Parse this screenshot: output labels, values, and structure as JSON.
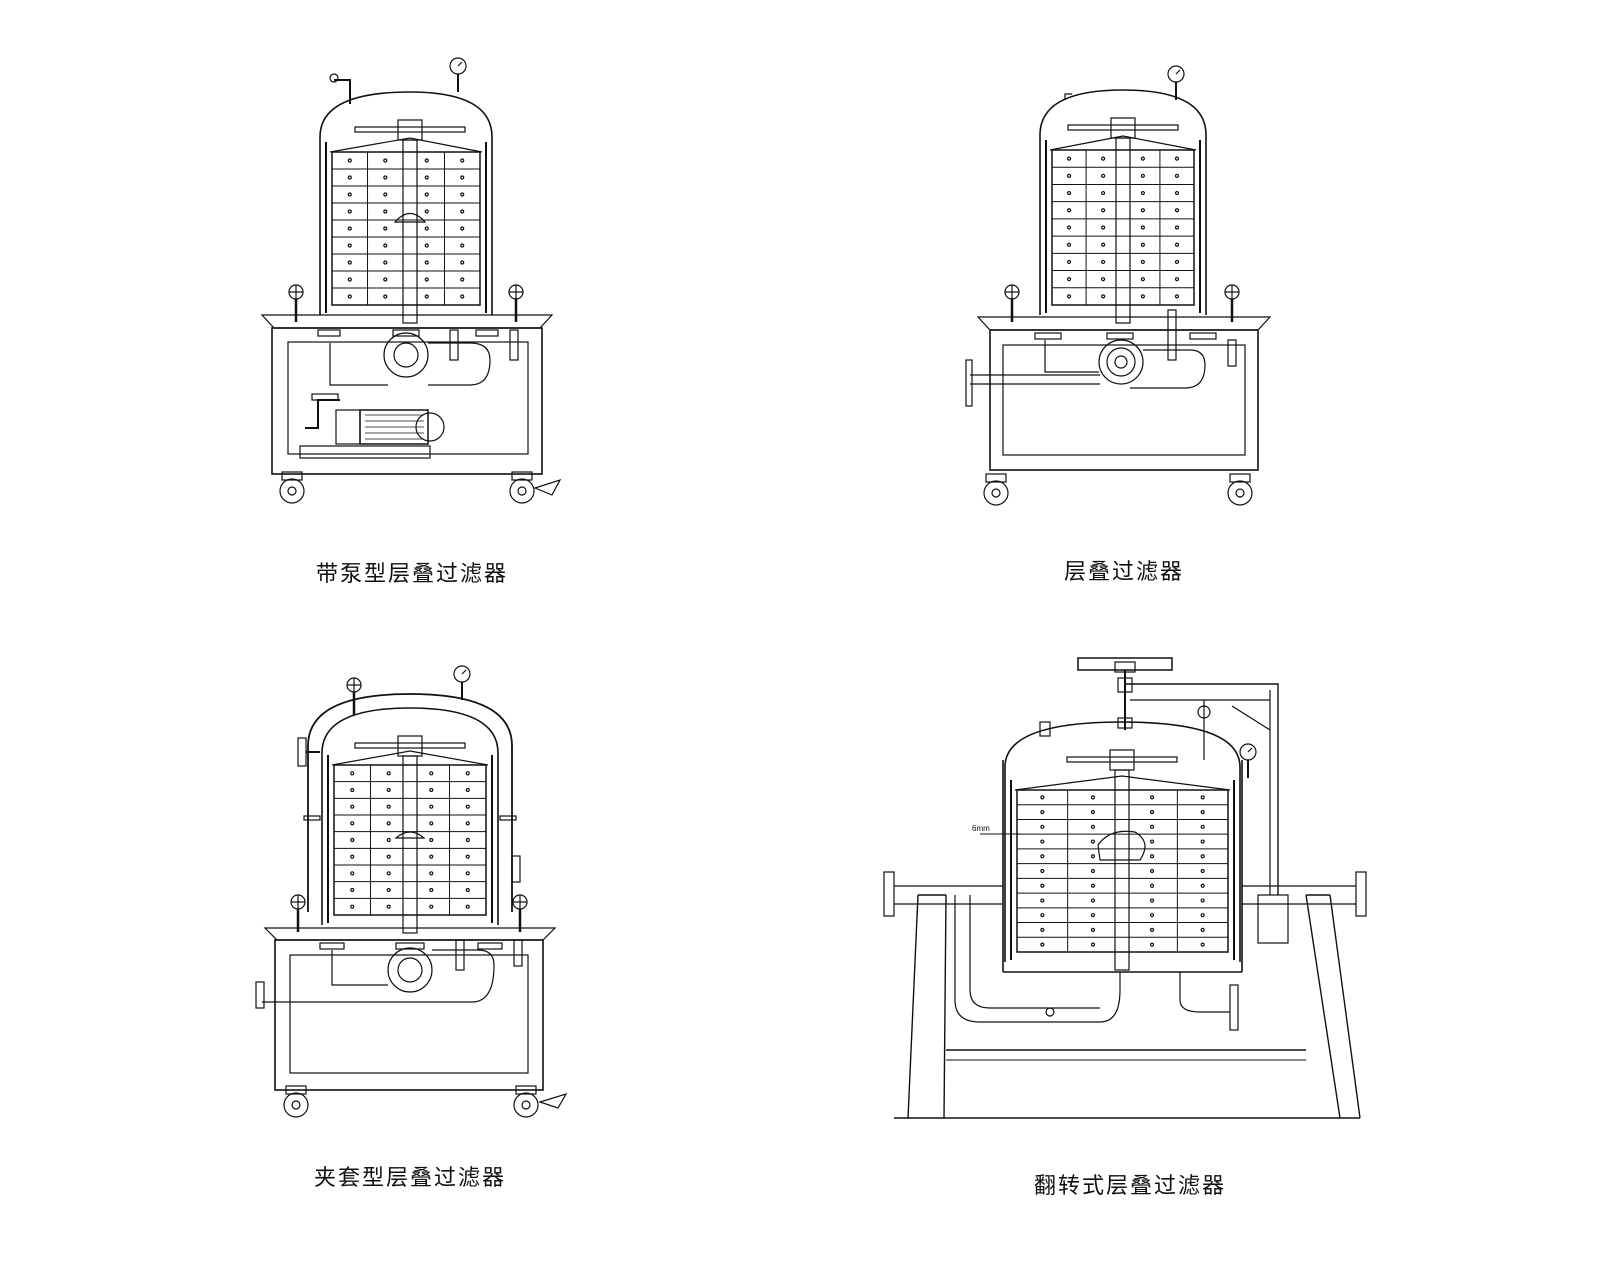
{
  "drawings": [
    {
      "caption": "带泵型层叠过滤器"
    },
    {
      "caption": "层叠过滤器"
    },
    {
      "caption": "夹套型层叠过滤器"
    },
    {
      "caption": "翻转式层叠过滤器",
      "dimension_label": "6mm"
    }
  ]
}
